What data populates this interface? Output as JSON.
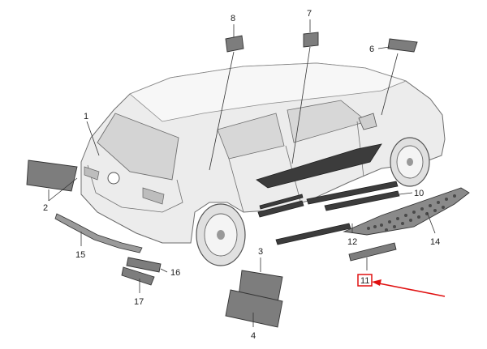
{
  "diagram": {
    "callouts": [
      {
        "id": "1",
        "label": "1"
      },
      {
        "id": "2",
        "label": "2"
      },
      {
        "id": "3",
        "label": "3"
      },
      {
        "id": "4",
        "label": "4"
      },
      {
        "id": "6",
        "label": "6"
      },
      {
        "id": "7",
        "label": "7"
      },
      {
        "id": "8",
        "label": "8"
      },
      {
        "id": "10",
        "label": "10"
      },
      {
        "id": "11",
        "label": "11"
      },
      {
        "id": "12",
        "label": "12"
      },
      {
        "id": "14",
        "label": "14"
      },
      {
        "id": "15",
        "label": "15"
      },
      {
        "id": "16",
        "label": "16"
      },
      {
        "id": "17",
        "label": "17"
      }
    ],
    "highlighted_callout": "11",
    "highlight_color": "#e01010",
    "part_fill": "#7d7d7d",
    "car_body_color": "#e9e9e9"
  }
}
